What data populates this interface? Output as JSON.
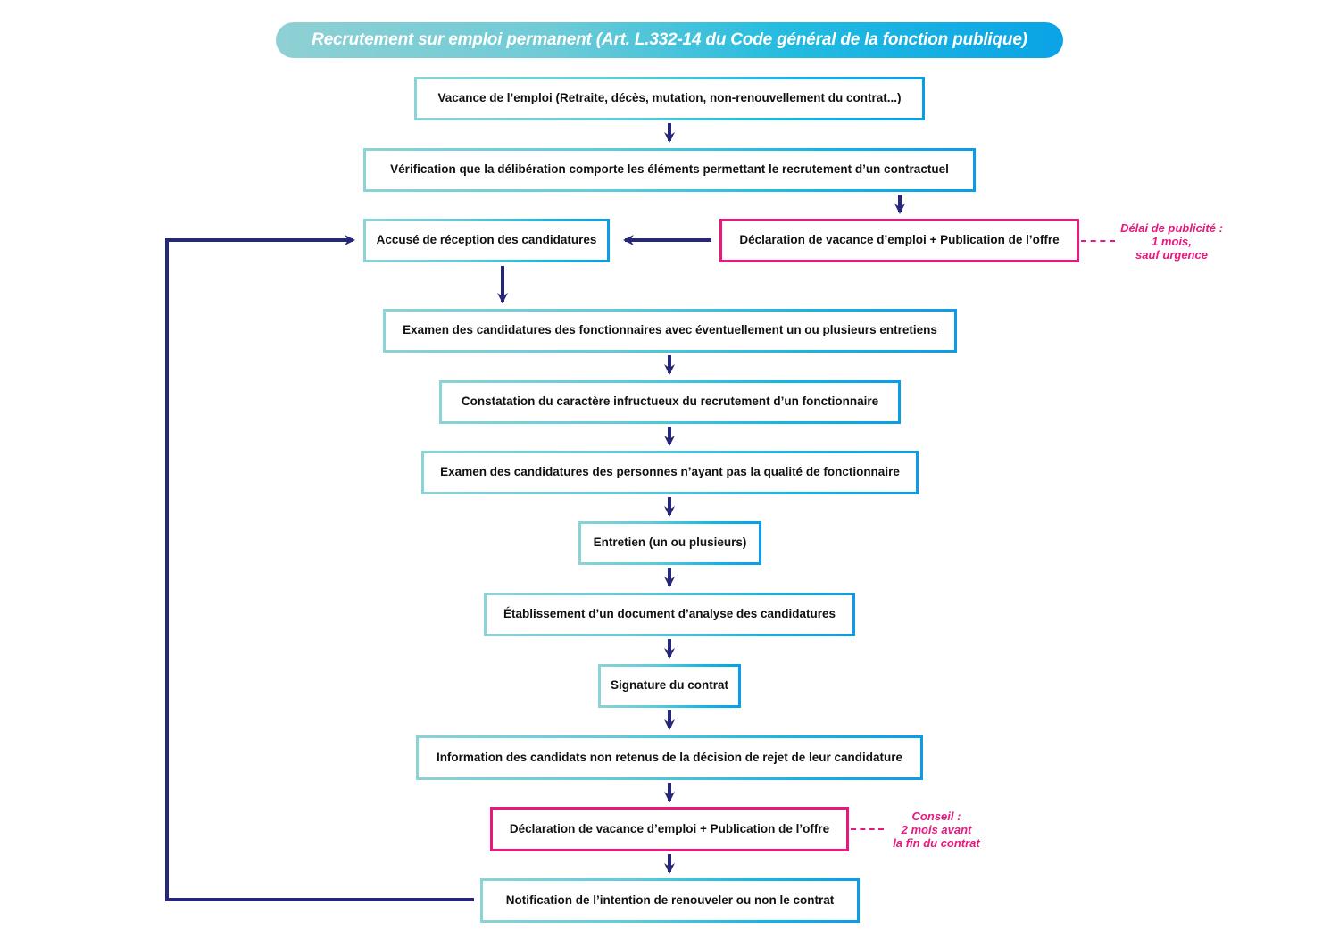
{
  "title": "Recrutement sur emploi permanent (Art. L.332-14 du Code général de la fonction publique)",
  "colors": {
    "arrow": "#26267a",
    "pink": "#e8197e",
    "gradient_start": "#8ad3d6",
    "gradient_end": "#0a9de6"
  },
  "steps": {
    "vacance": "Vacance de l’emploi (Retraite, décès, mutation, non-renouvellement du contrat...)",
    "verification": "Vérification que la délibération comporte les éléments permettant le recrutement d’un contractuel",
    "declaration_1": "Déclaration de vacance d’emploi + Publication de l’offre",
    "accuse": "Accusé de réception des candidatures",
    "examen_fonctionnaires": "Examen des candidatures des fonctionnaires avec éventuellement un ou plusieurs entretiens",
    "constatation": "Constatation du caractère infructueux du recrutement d’un fonctionnaire",
    "examen_non_fonctionnaires": "Examen des candidatures des personnes n’ayant pas la qualité de fonctionnaire",
    "entretien": "Entretien (un ou plusieurs)",
    "etablissement": "Établissement d’un document d’analyse des candidatures",
    "signature": "Signature du contrat",
    "information": "Information des candidats non retenus de la décision de rejet de leur candidature",
    "declaration_2": "Déclaration de vacance d’emploi + Publication de l’offre",
    "notification": "Notification de l’intention de renouveler ou non le contrat"
  },
  "notes": {
    "delai": {
      "line1": "Délai de publicité :",
      "line2": "1 mois,",
      "line3": "sauf urgence"
    },
    "conseil": {
      "line1": "Conseil :",
      "line2": "2 mois avant",
      "line3": "la fin du contrat"
    }
  }
}
